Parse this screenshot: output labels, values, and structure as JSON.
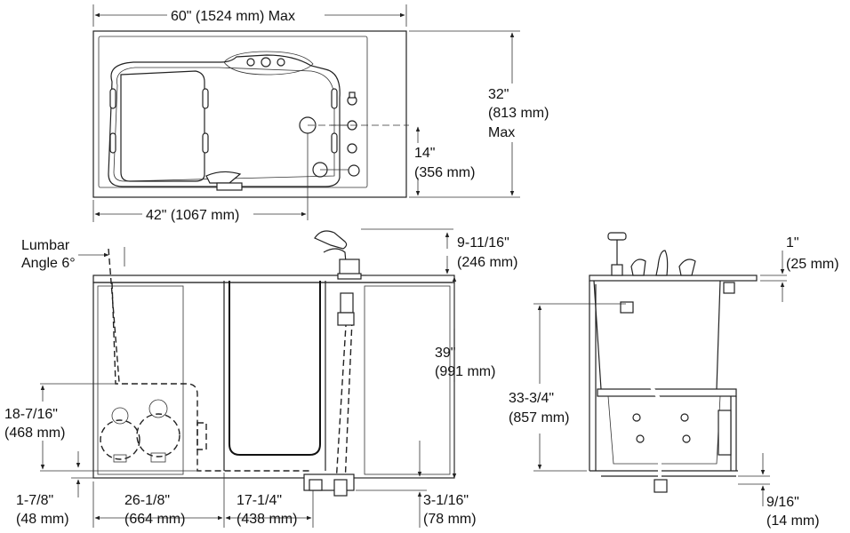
{
  "top_view": {
    "width_label": "60\" (1524 mm) Max",
    "depth_label_1": "32\"",
    "depth_label_2": "(813 mm)",
    "depth_label_3": "Max",
    "drain_label_1": "14\"",
    "drain_label_2": "(356 mm)",
    "drain_offset_label": "42\" (1067 mm)"
  },
  "front_view": {
    "lumbar_label_1": "Lumbar",
    "lumbar_label_2": "Angle 6°",
    "spout_height_1": "9-11/16\"",
    "spout_height_2": "(246 mm)",
    "height_1": "39\"",
    "height_2": "(991 mm)",
    "seat_height_1": "18-7/16\"",
    "seat_height_2": "(468 mm)",
    "base_1": "1-7/8\"",
    "base_2": "(48 mm)",
    "seat_width_1": "26-1/8\"",
    "seat_width_2": "(664 mm)",
    "door_width_1": "17-1/4\"",
    "door_width_2": "(438 mm)",
    "drain_height_1": "3-1/16\"",
    "drain_height_2": "(78 mm)"
  },
  "side_view": {
    "deck_1": "1\"",
    "deck_2": "(25 mm)",
    "height_1": "33-3/4\"",
    "height_2": "(857 mm)",
    "foot_1": "9/16\"",
    "foot_2": "(14 mm)"
  }
}
